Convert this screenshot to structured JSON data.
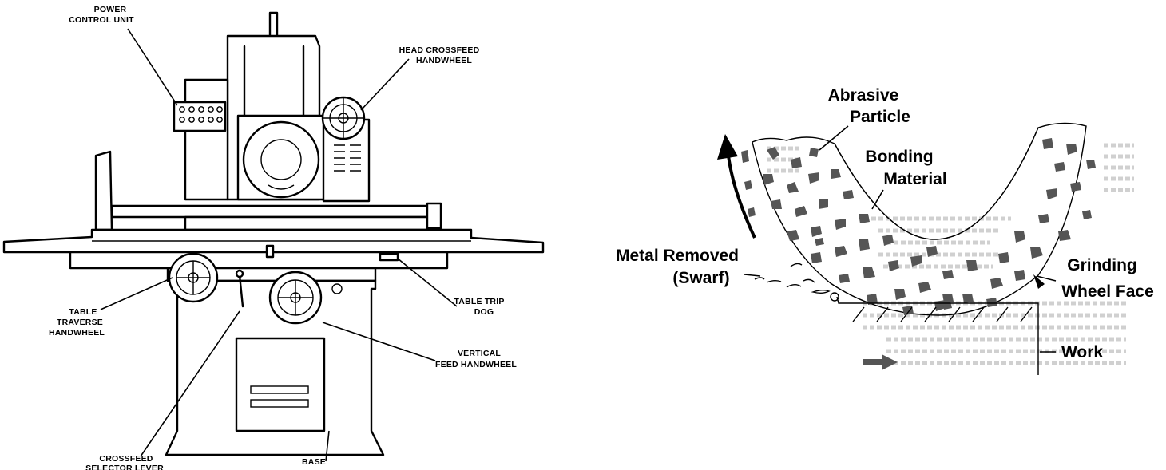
{
  "machine": {
    "labels": {
      "power_control_unit": [
        "POWER",
        "CONTROL UNIT"
      ],
      "head_crossfeed_handwheel": [
        "HEAD CROSSFEED",
        "HANDWHEEL"
      ],
      "table_traverse_handwheel": [
        "TABLE",
        "TRAVERSE",
        "HANDWHEEL"
      ],
      "table_trip_dog": [
        "TABLE TRIP",
        "DOG"
      ],
      "vertical_feed_handwheel": [
        "VERTICAL",
        "FEED HANDWHEEL"
      ],
      "crossfeed_selector_lever": [
        "CROSSFEED",
        "SELECTOR LEVER"
      ],
      "base": [
        "BASE"
      ]
    }
  },
  "wheel": {
    "labels": {
      "abrasive_particle": [
        "Abrasive",
        "Particle"
      ],
      "bonding_material": [
        "Bonding",
        "Material"
      ],
      "metal_removed": [
        "Metal Removed",
        "(Swarf)"
      ],
      "grinding_wheel_face": [
        "Grinding",
        "Wheel Face"
      ],
      "work": [
        "Work"
      ]
    }
  },
  "colors": {
    "ink": "#000000",
    "grit": "#555555",
    "background_text": "#9a9a9a"
  },
  "icons": [
    "rotation-arrow-icon",
    "feed-arrow-icon"
  ]
}
